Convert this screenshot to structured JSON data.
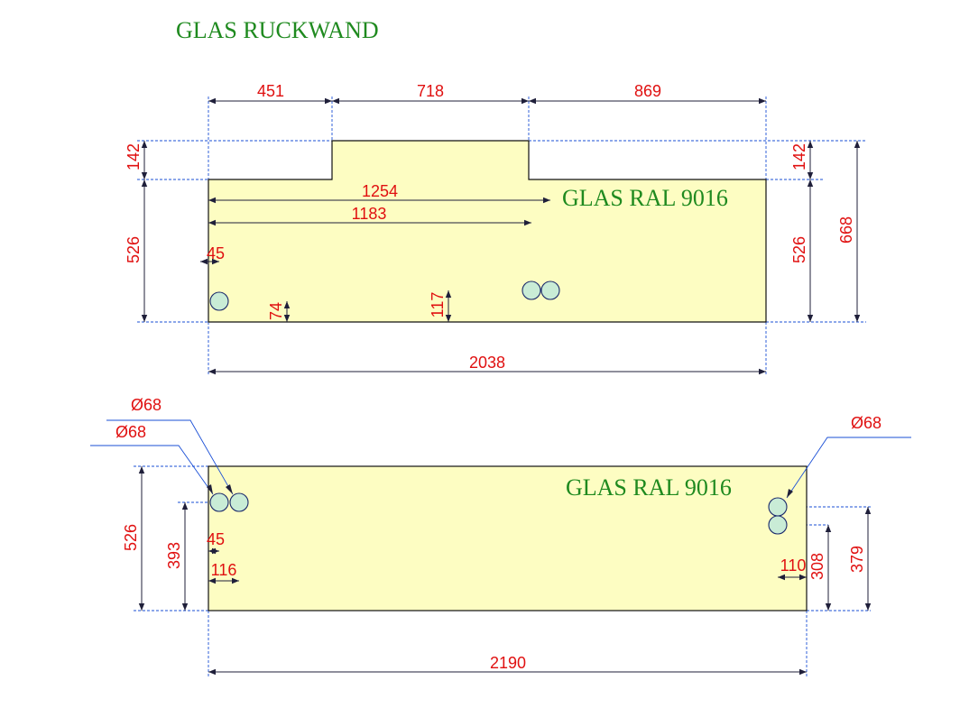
{
  "title": "GLAS RUCKWAND",
  "panels": {
    "upper": {
      "label": "GLAS RAL 9016",
      "dimensions": {
        "top_left": "451",
        "top_middle": "718",
        "top_right": "869",
        "notch_left_height": "142",
        "notch_right_height": "142",
        "left_height": "526",
        "right_height": "526",
        "total_height": "668",
        "hole_row_outer": "1254",
        "hole_row_inner": "1183",
        "left_hole_offset": "45",
        "left_hole_vertical": "74",
        "right_hole_vertical": "117",
        "total_width": "2038"
      }
    },
    "lower": {
      "label": "GLAS RAL 9016",
      "dimensions": {
        "diameter_1": "Ø68",
        "diameter_2": "Ø68",
        "diameter_3": "Ø68",
        "left_height": "526",
        "left_hole_height": "393",
        "left_hole_offset": "45",
        "left_hole_offset_2": "116",
        "right_hole_offset": "110",
        "right_hole_height_1": "308",
        "right_hole_height_2": "379",
        "total_width": "2190"
      }
    }
  }
}
